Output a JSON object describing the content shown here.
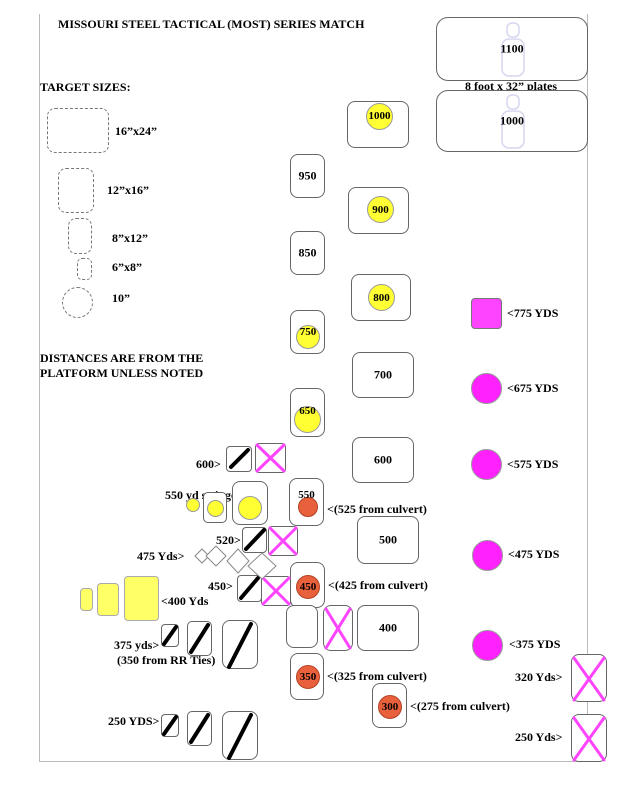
{
  "title": "MISSOURI STEEL TACTICAL (MOST) SERIES MATCH",
  "target_sizes": {
    "heading": "TARGET SIZES:",
    "items": [
      "16”x24”",
      "12”x16”",
      "8”x12”",
      "6”x8”",
      "10”"
    ]
  },
  "distances_note": [
    "DISTANCES ARE FROM THE",
    "PLATFORM UNLESS NOTED"
  ],
  "plates_note": "8 foot x 32” plates",
  "big_plates": [
    "1100",
    "1000"
  ],
  "center_plates": [
    "950",
    "850",
    "700",
    "600",
    "500",
    "400"
  ],
  "yellow_targets": [
    "1000",
    "900",
    "800",
    "750",
    "650"
  ],
  "orange_targets": [
    "550",
    "450",
    "350",
    "300"
  ],
  "culvert_notes": [
    "<(525 from culvert)",
    "<(425 from culvert)",
    "<(325 from culvert)",
    "<(275 from culvert)"
  ],
  "magenta_targets": [
    "<775 YDS",
    "<675 YDS",
    "<575 YDS",
    "<475 YDS",
    "<375 YDS"
  ],
  "left_labels": {
    "l600": "600>",
    "swingers": "550 yd swingers",
    "l520": "520>",
    "l475": "475 Yds>",
    "l450": "450>",
    "l400": "<400 Yds",
    "l375a": "375 yds>",
    "l375b": "(350 from RR Ties)",
    "l250": "250 YDS>"
  },
  "right_labels": {
    "r320": "320 Yds>",
    "r250": "250 Yds>"
  },
  "colors": {
    "yellow": "#ffff33",
    "orange": "#e8603c",
    "magenta": "#ff22ff",
    "x_mark": "#ff44ff"
  }
}
